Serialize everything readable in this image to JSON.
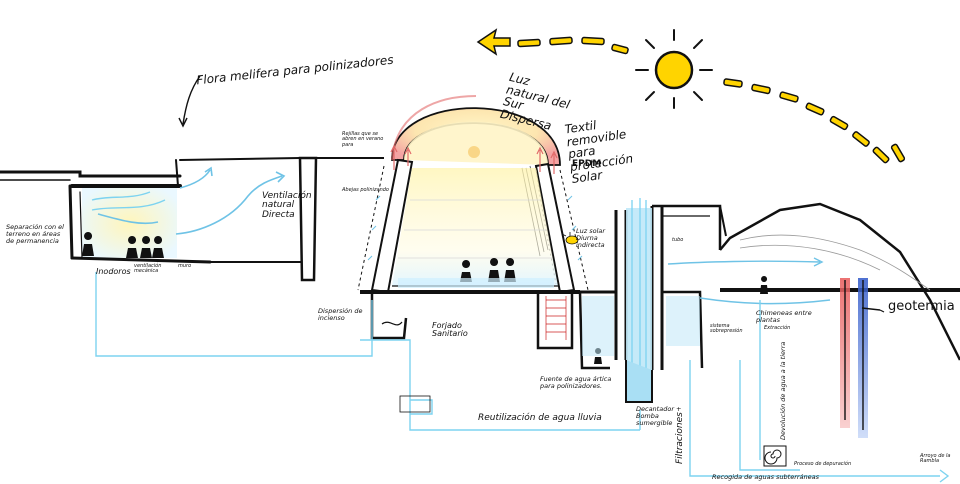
{
  "labels": {
    "flora": "Flora melifera para polinizadores",
    "luz_natural": "Luz natural del Sur Dispersa",
    "textil": "Textil removible para protección Solar",
    "rejillas": "Rejillas que se abren en verano para",
    "abejas": "Abejas polinizando",
    "epdm": "EPDM",
    "ventilacion": "Ventilación natural Directa",
    "separacion": "Separación con el terreno en áreas de permanencia",
    "inodoros": "Inodoros",
    "ventilacion_mecanica": "ventilación mecánica",
    "muro": "muro",
    "luz_solar": "Luz solar Diurna indirecta",
    "tubo": "tubo",
    "geotermia": "geotermia",
    "dispersion": "Dispersión de incienso",
    "forjado": "Forjado Sanitario",
    "chimeneas": "Chimeneas entre plantas",
    "sistema_presion": "sistema sobrepresión",
    "extraccion": "Extracción",
    "fuente": "Fuente de agua ártica para polinizadores.",
    "decantador": "Decantador + Bomba sumergible",
    "reutilizacion": "Reutilización de agua lluvia",
    "filtraciones": "Filtraciones",
    "devolucion": "Devolución de agua a la tierra",
    "proceso": "Proceso de depuración",
    "arroyo": "Arroyo de la Rambla",
    "recogida": "Recogida de aguas subterráneas"
  },
  "colors": {
    "line": "#111111",
    "sun": "#ffd400",
    "water": "#7dd3f0",
    "glow_red": "#f4a3a3",
    "glow_yellow": "#fff2a8",
    "hot": "#e85a5a",
    "cold": "#2f58c9"
  }
}
